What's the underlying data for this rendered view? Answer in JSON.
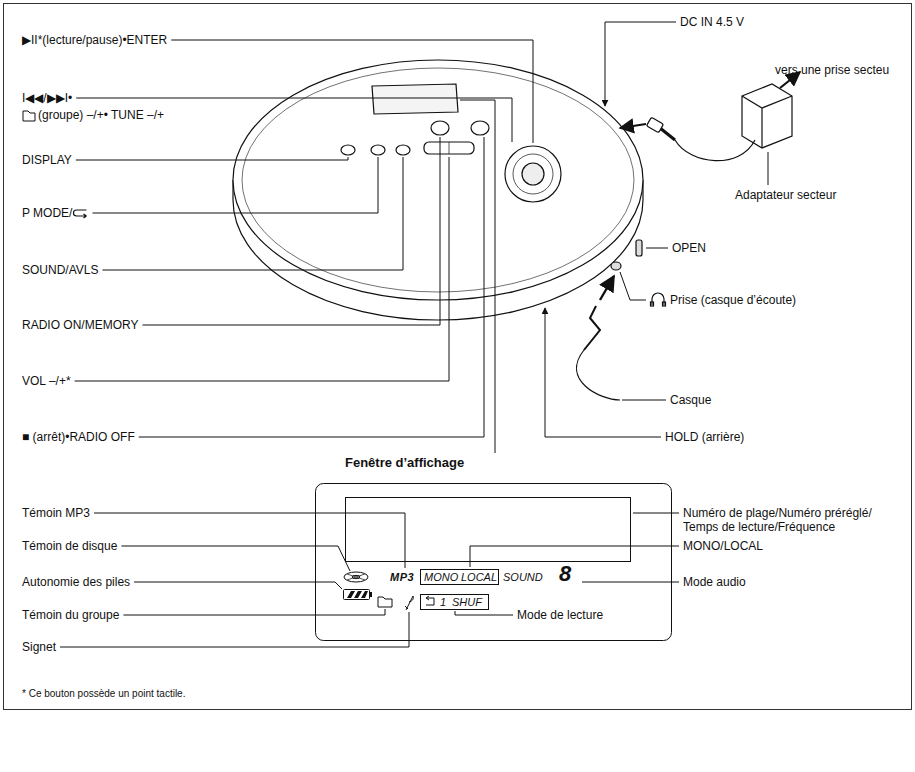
{
  "diagram": {
    "labels": [
      "▶II*(lecture/pause)•ENTER",
      "I◀◀/▶▶I•",
      "(groupe) –/+• TUNE –/+",
      "DISPLAY",
      "P MODE/",
      "SOUND/AVLS",
      "RADIO ON/MEMORY",
      "VOL –/+*",
      "■ (arrêt)•RADIO OFF",
      "Fenêtre d’affichage",
      "DC IN 4.5 V",
      "vers une prise secteu",
      "Adaptateur secteur",
      "OPEN",
      "Prise (casque d’écoute)",
      "Casque",
      "HOLD (arrière)",
      "Témoin MP3",
      "Témoin de disque",
      "Autonomie des piles",
      "Témoin du groupe",
      "Signet",
      "Numéro de plage/Numéro préréglé/ Temps de lecture/Fréquence",
      "MONO/LOCAL",
      "Mode audio",
      "Mode de lecture",
      "* Ce bouton possède un point tactile.",
      "MP3",
      "MONO",
      "LOCAL",
      "SOUND",
      "8",
      "1",
      "SHUF"
    ]
  }
}
